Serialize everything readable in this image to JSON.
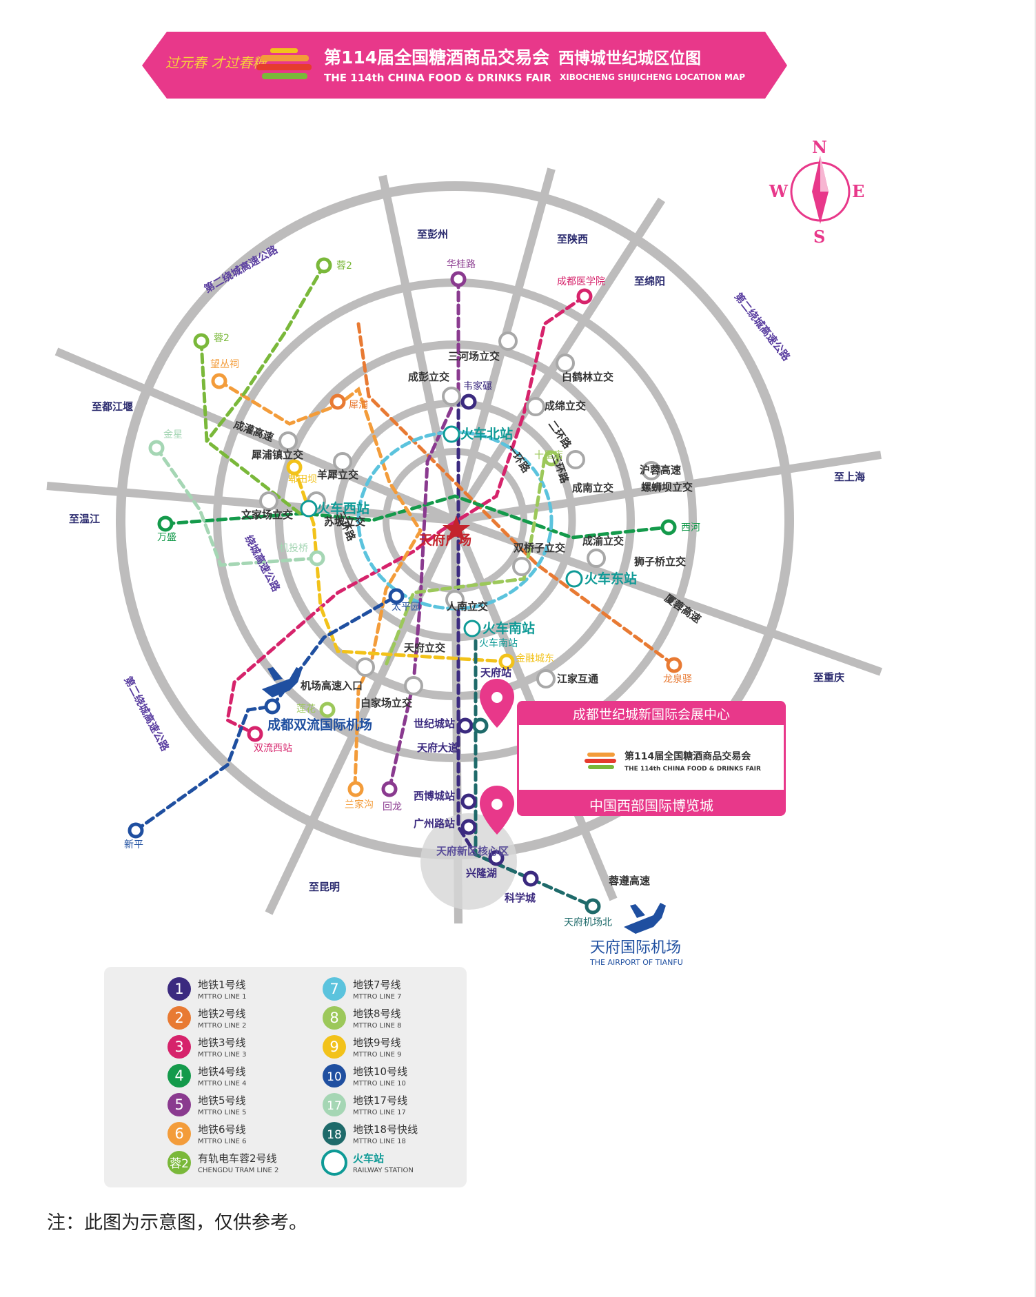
{
  "header": {
    "slogan": "过元春 才过春糖",
    "title_cn": "第114届全国糖酒商品交易会",
    "title_en": "THE 114th CHINA FOOD & DRINKS FAIR",
    "map_cn": "西博城世纪城区位图",
    "map_en": "XIBOCHENG SHIJICHENG LOCATION MAP"
  },
  "compass": {
    "n": "N",
    "s": "S",
    "e": "E",
    "w": "W"
  },
  "colors": {
    "brand": "#e8388a",
    "ring": "#bdbcbc",
    "l1": "#3b2a7f",
    "l2": "#e87a33",
    "l3": "#d6236b",
    "l4": "#149a4b",
    "l5": "#8a3a8f",
    "l6": "#f39c3a",
    "l7": "#5bc3dd",
    "l8": "#9cc85a",
    "l9": "#f2c21a",
    "l10": "#1f4fa0",
    "l17": "#a5d6b4",
    "l18": "#1e6a6a",
    "tram": "#7ab83a",
    "station": "#0e9a96"
  },
  "directions": [
    "至彭州",
    "至陕西",
    "至绵阳",
    "至都江堰",
    "至上海",
    "至温江",
    "至重庆",
    "至昆明"
  ],
  "roads": [
    "第二绕城高速公路",
    "第二绕城高速公路",
    "第二绕城高速公路",
    "绕城高速公路",
    "二环路",
    "一环路",
    "三环路",
    "三环路",
    "成灌高速",
    "沪蓉高速",
    "厦蓉高速",
    "蓉遵高速",
    "机场高速入口"
  ],
  "interchanges": [
    "三河场立交",
    "白鹤林立交",
    "成彭立交",
    "成绵立交",
    "犀浦镇立交",
    "羊犀立交",
    "苏坡立交",
    "文家场立交",
    "成南立交",
    "螺蛳坝立交",
    "成渝立交",
    "狮子桥立交",
    "双桥子立交",
    "人南立交",
    "天府立交",
    "江家互通",
    "白家场立交"
  ],
  "stations": [
    "蓉2",
    "蓉2",
    "望丛祠",
    "犀浦",
    "金星",
    "郫田坝",
    "机投桥",
    "万盛",
    "华桂路",
    "成都医学院",
    "韦家碾",
    "十里店",
    "西河",
    "龙泉驿",
    "太平园",
    "金融城东",
    "莲花",
    "双流西站",
    "新平",
    "兰家沟",
    "回龙",
    "世纪城站",
    "天府大道",
    "西博城站",
    "广州路站",
    "兴隆湖",
    "科学城",
    "天府机场北",
    "天府站",
    "火车南站"
  ],
  "railway": [
    "火车北站",
    "火车西站",
    "火车东站",
    "火车南站"
  ],
  "center": "天府广场",
  "airports": {
    "shuangliu": "成都双流国际机场",
    "tianfu_cn": "天府国际机场",
    "tianfu_en": "THE AIRPORT OF TIANFU"
  },
  "area": "天府新区核心区",
  "venue": {
    "top": "成都世纪城新国际会展中心",
    "bottom": "中国西部国际博览城",
    "fair_cn": "第114届全国糖酒商品交易会",
    "fair_en": "THE 114th CHINA FOOD & DRINKS FAIR"
  },
  "legend": [
    {
      "badge": "1",
      "cn": "地铁1号线",
      "en": "MTTRO LINE 1",
      "color": "#3b2a7f"
    },
    {
      "badge": "2",
      "cn": "地铁2号线",
      "en": "MTTRO LINE 2",
      "color": "#e87a33"
    },
    {
      "badge": "3",
      "cn": "地铁3号线",
      "en": "MTTRO LINE 3",
      "color": "#d6236b"
    },
    {
      "badge": "4",
      "cn": "地铁4号线",
      "en": "MTTRO LINE 4",
      "color": "#149a4b"
    },
    {
      "badge": "5",
      "cn": "地铁5号线",
      "en": "MTTRO LINE 5",
      "color": "#8a3a8f"
    },
    {
      "badge": "6",
      "cn": "地铁6号线",
      "en": "MTTRO LINE 6",
      "color": "#f39c3a"
    },
    {
      "badge": "蓉2",
      "cn": "有轨电车蓉2号线",
      "en": "CHENGDU TRAM LINE 2",
      "color": "#7ab83a"
    },
    {
      "badge": "7",
      "cn": "地铁7号线",
      "en": "MTTRO LINE 7",
      "color": "#5bc3dd"
    },
    {
      "badge": "8",
      "cn": "地铁8号线",
      "en": "MTTRO LINE 8",
      "color": "#9cc85a"
    },
    {
      "badge": "9",
      "cn": "地铁9号线",
      "en": "MTTRO LINE 9",
      "color": "#f2c21a"
    },
    {
      "badge": "10",
      "cn": "地铁10号线",
      "en": "MTTRO LINE 10",
      "color": "#1f4fa0"
    },
    {
      "badge": "17",
      "cn": "地铁17号线",
      "en": "MTTRO LINE 17",
      "color": "#a5d6b4"
    },
    {
      "badge": "18",
      "cn": "地铁18号快线",
      "en": "MTTRO LINE 18",
      "color": "#1e6a6a"
    },
    {
      "badge": "",
      "cn": "火车站",
      "en": "RAILWAY STATION",
      "color": "#0e9a96"
    }
  ],
  "note": "注：此图为示意图，仅供参考。"
}
